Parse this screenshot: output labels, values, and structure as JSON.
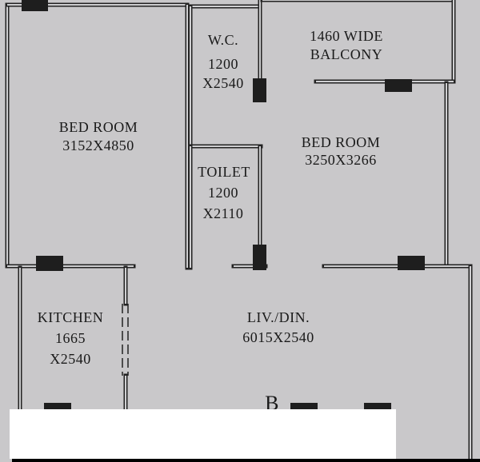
{
  "rooms": [
    {
      "name": "BED ROOM",
      "size": "3152X4850"
    },
    {
      "name": "W.C.",
      "width": "1200",
      "length": "X2540"
    },
    {
      "name": "1460 WIDE",
      "sub": "BALCONY"
    },
    {
      "name": "BED ROOM",
      "size": "3250X3266"
    },
    {
      "name": "TOILET",
      "width": "1200",
      "length": "X2110"
    },
    {
      "name": "KITCHEN",
      "width": "1665",
      "length": "X2540"
    },
    {
      "name": "LIV./DIN.",
      "size": "6015X2540"
    }
  ],
  "marker": "B",
  "colors": {
    "background": "#c9c8ca",
    "wall": "#222222",
    "door": "#1e1e1e",
    "overlay": "#ffffff"
  }
}
